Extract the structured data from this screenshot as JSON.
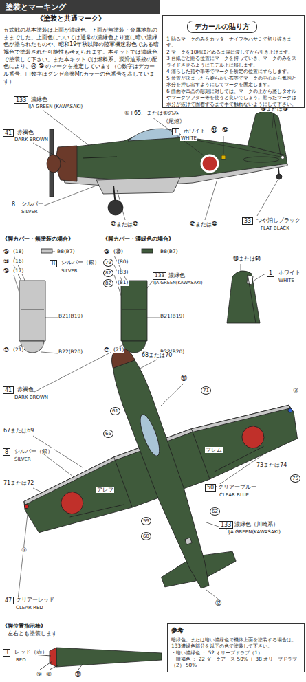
{
  "diagram": {
    "title": "塗装とマーキング",
    "nodes": [
      {
        "text": [
          "デカールの貼り方",
          "1 貼るマークのみをカッターナイフやハサミで切り抜きます。",
          "2 マークを10秒ほどぬるま湯に浸してから引き上げます。",
          "3 台紙ごと貼る位置にマークを持っていき、マークのみをスライドさせるようにモデル上に移します。",
          "4 濡らした指や筆等でマークを所定の位置にずらします。",
          "5 位置が決まったら柔らかい布等でマークの中心から気泡と水分を押し出すようにしてマークを固定します。",
          "6 曲面や凹凸の彫刻に対しては、マークの上から蒸しタオルやマークソフター等を使うと良いでしょう。貼ったマークは水分が抜けて固着するまで手で触れないようにして下さい。"
        ]
      },
      {
        "text": [
          "参考",
          "暗緑色、または暗い濃緑色で機体上面を塗装する場合は、133濃緑色部分を以下の色で塗装して下さい。",
          "・暗い濃緑色 ： 52 オリーブドラブ（1）",
          "・暗褐色 ： 22 ダークアース 50% + 38 オリーブドラブ（2） 50%"
        ]
      }
    ],
    "labels": [
      "《塗装と共通マーク》",
      "五式戦の基本塗装は上面が濃緑色、下面が無塗装・金属地肌のままでした。上面色については通常の濃緑色より更に暗い濃緑色が塗られたものや、昭和19年秋以降の陸軍機迷彩色である暗褐色で塗装された可能性も考えられます。本キットでは濃緑色で塗装して下さい。また本キットでは燃料系、潤滑油系統の配色により、㉝ ㉞ のマークを推定しています（○数字はデカール番号、□数字はグンゼ産業Mr.カラーの色番号を表しています）",
      "133",
      "濃緑色",
      "IJA GREEN (KAWASAKI)",
      "41",
      "赤褐色",
      "DARK BROWN",
      "8",
      "シルバー",
      "SILVER",
      "⑤+65、または⑤のみ",
      "㉝",
      "㉞",
      "《尾燈》",
      "1",
      "ホワイト",
      "WHITE",
      "㊻または㊺",
      "㊶または㊸",
      "㊷または㊹",
      "33",
      "つや消しブラック",
      "FLAT BLACK",
      "《脚カバー・無塗装の場合》",
      "《脚カバー・濃緑色の場合》",
      "㉕",
      "(18)",
      "B8(B7)",
      "㉓",
      "(16)",
      "8",
      "シルバー（銀）",
      "SILVER",
      "㉔",
      "(17)",
      "B21(B19)",
      "㉒",
      "(21)",
      "B22(B20)",
      "㉙",
      "(⑱)",
      "B8(B7)",
      "79",
      "(80)",
      "82",
      "(83)",
      "82",
      "(81)",
      "133",
      "濃緑色",
      "IJA GREEN(KAWASAKI)",
      "B21(B19)",
      "㉒",
      "(21)",
      "B22(B20)",
      "㊾または㊿",
      "1",
      "ホワイト",
      "WHITE",
      "41",
      "赤褐色",
      "DARK BROWN",
      "68または70",
      "㉚",
      "71",
      "61",
      "65",
      "67または69",
      "8",
      "シルバー（銀）",
      "SILVER",
      "71または72",
      "59",
      "60",
      "62",
      "①",
      "73または74",
      "③",
      "75",
      "50",
      "クリアーブルー",
      "CLEAR BLUE",
      "133",
      "濃緑色（川崎系）",
      "IJA GREEN(KAWASAKI)",
      "47",
      "クリアーレッド",
      "CLEAR RED",
      "⑫",
      "アレフ",
      "フレム",
      "《脚位置指示棒》",
      "左右とも塗装します",
      "3",
      "レッド（赤）",
      "RED",
      "⑨",
      "⑧",
      "㉚"
    ]
  }
}
